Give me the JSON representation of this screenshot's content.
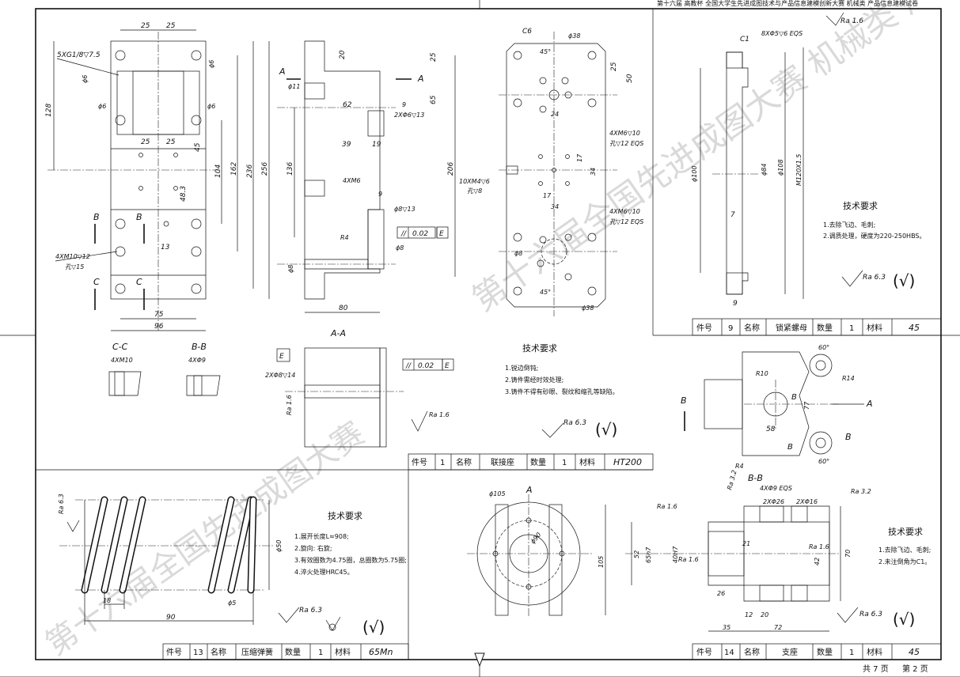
{
  "header": {
    "title": "第十六届 高教杯 全国大学生先进成图技术与产品信息建模创新大赛 机械类 产品信息建模试卷",
    "page_total": "共 7 页",
    "page_current": "第 2 页"
  },
  "watermark": {
    "diag_a": "第十六届全国先进成图大赛 机械类 产品信息建模试卷",
    "diag_b": "第十六届全国先进成图大赛"
  },
  "title_block_labels": {
    "part_no": "件号",
    "name": "名称",
    "qty": "数量",
    "material": "材料"
  },
  "drawings": {
    "lianjiezuo": {
      "part_no": "1",
      "name": "联接座",
      "qty": "1",
      "material": "HT200",
      "tech_title": "技术要求",
      "tech_items": [
        "1.锐边倒钝;",
        "2.铸件需经时效处理;",
        "3.铸件不得有砂眼、裂纹和缩孔等缺陷。"
      ],
      "roughness": "Ra 6.3",
      "section_aa": "A-A",
      "section_cc": "C-C",
      "section_bb": "B-B",
      "view_label_a": "A",
      "view_label_b": "B",
      "view_label_c": "C",
      "datum_e": "E",
      "dims": {
        "d25a": "25",
        "d25b": "25",
        "d25c": "25",
        "d25d": "25",
        "thread5": "5XG1/8▽7.5",
        "d6a": "ϕ6",
        "d6b": "ϕ6",
        "d6c": "ϕ6",
        "d6d": "ϕ6",
        "d128": "128",
        "d45": "45",
        "d104": "104",
        "d162": "162",
        "d236": "236",
        "d48": "48.3",
        "d13": "13",
        "d75": "75",
        "d96": "96",
        "m10": "4XM10▽12",
        "m10b": "孔▽15",
        "d20": "20",
        "d25r": "25",
        "d65": "65",
        "d256": "256",
        "d206": "206",
        "d136": "136",
        "d11": "ϕ11",
        "d62": "62",
        "d9": "9",
        "d2x6": "2XΦ6▽13",
        "d39": "39",
        "d19": "19",
        "m6": "4XM6",
        "d9b": "9",
        "d8a": "ϕ8▽13",
        "tol1": "0.02",
        "r4": "R4",
        "d8b": "ϕ8",
        "d8c": "ϕ8",
        "d80": "80",
        "c6": "C6",
        "d38a": "ϕ38",
        "d45deg": "45°",
        "d24": "24",
        "d25v": "25",
        "d50": "50",
        "m6b": "4XM6▽10",
        "m6b2": "孔▽12 EQS",
        "m4": "10XM4▽6",
        "m4b": "孔▽8",
        "d17a": "17",
        "d17b": "17",
        "d34a": "34",
        "d34b": "34",
        "m6c": "4XM6▽10",
        "m6c2": "孔▽12 EQS",
        "d8d": "ϕ8",
        "d45deg2": "45°",
        "d38b": "ϕ38",
        "m10cc": "4XM10",
        "m9bb": "4XΦ9",
        "aa_2x8": "2XΦ8▽14",
        "aa_tol": "0.02",
        "aa_ra1": "Ra 1.6",
        "aa_ra2": "Ra 1.6"
      }
    },
    "suojin": {
      "part_no": "9",
      "name": "锁紧螺母",
      "qty": "1",
      "material": "45",
      "tech_title": "技术要求",
      "tech_items": [
        "1.去除飞边、毛刺;",
        "2.调质处理，硬度为220-250HBS。"
      ],
      "roughness": "Ra 6.3",
      "ra16": "Ra 1.6",
      "c1": "C1",
      "holes": "8XΦ5▽6 EQS",
      "d100": "ϕ100",
      "d84": "ϕ84",
      "d108": "ϕ108",
      "m120": "M120X1.5",
      "d7": "7",
      "d9": "9"
    },
    "zhizuo": {
      "part_no": "14",
      "name": "支座",
      "qty": "1",
      "material": "45",
      "tech_title": "技术要求",
      "tech_items": [
        "1.去除飞边、毛刺;",
        "2.未注倒角为C1。"
      ],
      "roughness": "Ra 6.3",
      "view_a": "A",
      "view_b": "B",
      "section_bb": "B-B",
      "r10": "R10",
      "r14": "R14",
      "r4": "R4",
      "d60a": "60°",
      "d60b": "60°",
      "d77": "77",
      "d58": "58",
      "d105a": "ϕ105",
      "d90": "ϕ90",
      "d105b": "105",
      "ra32a": "Ra 3.2",
      "ra32b": "Ra 3.2",
      "ra16a": "Ra 1.6",
      "ra16b": "Ra 1.6",
      "ra16c": "Ra 1.6",
      "holes4": "4XΦ9 EQS",
      "d2x26": "2XΦ26",
      "d2x16": "2XΦ16",
      "d52": "52",
      "d65h7": "65h7",
      "d40h7": "40H7",
      "d21": "21",
      "d42": "42",
      "d70": "70",
      "d26": "26",
      "d12": "12",
      "d20": "20",
      "d35": "35",
      "d72": "72"
    },
    "spring": {
      "part_no": "13",
      "name": "压缩弹簧",
      "qty": "1",
      "material": "65Mn",
      "tech_title": "技术要求",
      "tech_items": [
        "1.展开长度L≈908;",
        "2.旋向: 右旋;",
        "3.有效圈数为4.75圈，总圈数为5.75圈;",
        "4.淬火处理HRC45。"
      ],
      "roughness": "Ra 6.3",
      "ra_side": "Ra 6.3",
      "d18": "18",
      "d90": "90",
      "d50": "ϕ50",
      "d5": "ϕ5"
    }
  }
}
